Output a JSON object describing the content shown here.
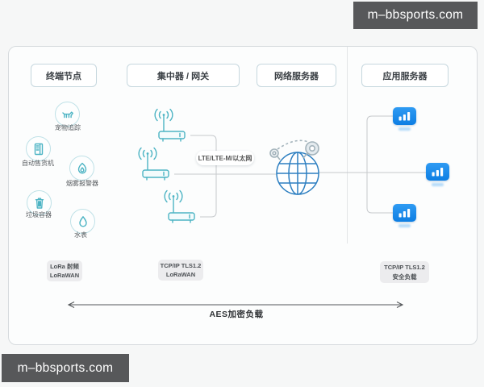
{
  "watermark": {
    "text": "m–bbsports.com"
  },
  "stages": [
    {
      "label": "终端节点"
    },
    {
      "label": "集中器 / 网关"
    },
    {
      "label": "网络服务器"
    },
    {
      "label": "应用服务器"
    }
  ],
  "devices": [
    {
      "icon": "dog-icon",
      "label": "宠物追踪"
    },
    {
      "icon": "vending-machine-icon",
      "label": "自动售货机"
    },
    {
      "icon": "flame-icon",
      "label": "烟雾报警器"
    },
    {
      "icon": "trash-bin-icon",
      "label": "垃圾容器"
    },
    {
      "icon": "water-drop-icon",
      "label": "水表"
    }
  ],
  "gateways": {
    "icon": "wireless-router-icon",
    "count": 3
  },
  "network": {
    "icon": "globe-icon",
    "pins": "map-pin-icon",
    "link_label": "LTE/LTE-M/以太网"
  },
  "app_servers": {
    "icon": "bar-chart-icon",
    "count": 3
  },
  "protocol_tags": [
    {
      "line1": "LoRa 射频",
      "line2": "LoRaWAN"
    },
    {
      "line1": "TCP/IP TLS1.2",
      "line2": "LoRaWAN"
    },
    {
      "line1": "TCP/IP TLS1.2",
      "line2": "安全负载"
    }
  ],
  "encryption_arrow": {
    "label": "AES加密负载"
  },
  "colors": {
    "teal": "#4db4c4",
    "server-blue": "#0d7ee3",
    "globe-blue": "#2d7fc1",
    "line-gray": "#c6c9cc",
    "watermark-bg": "#57585a"
  }
}
